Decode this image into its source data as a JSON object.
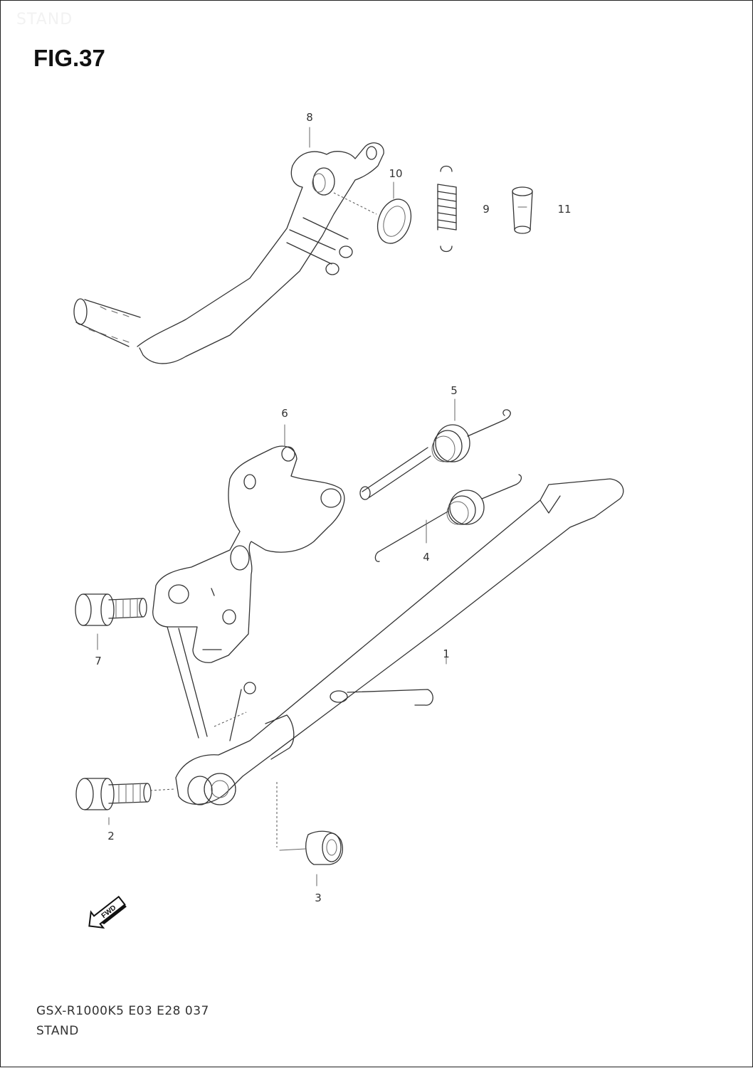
{
  "watermark": "STAND",
  "figure_title": "FIG.37",
  "callouts": [
    {
      "id": "part-8",
      "label": "8"
    },
    {
      "id": "part-10",
      "label": "10"
    },
    {
      "id": "part-9",
      "label": "9"
    },
    {
      "id": "part-11",
      "label": "11"
    },
    {
      "id": "part-5",
      "label": "5"
    },
    {
      "id": "part-6",
      "label": "6"
    },
    {
      "id": "part-4",
      "label": "4"
    },
    {
      "id": "part-7",
      "label": "7"
    },
    {
      "id": "part-1",
      "label": "1"
    },
    {
      "id": "part-2",
      "label": "2"
    },
    {
      "id": "part-3",
      "label": "3"
    }
  ],
  "fwd_arrow_label": "FWD",
  "footer": {
    "code": "GSX-R1000K5 E03 E28 037",
    "name": "STAND"
  }
}
